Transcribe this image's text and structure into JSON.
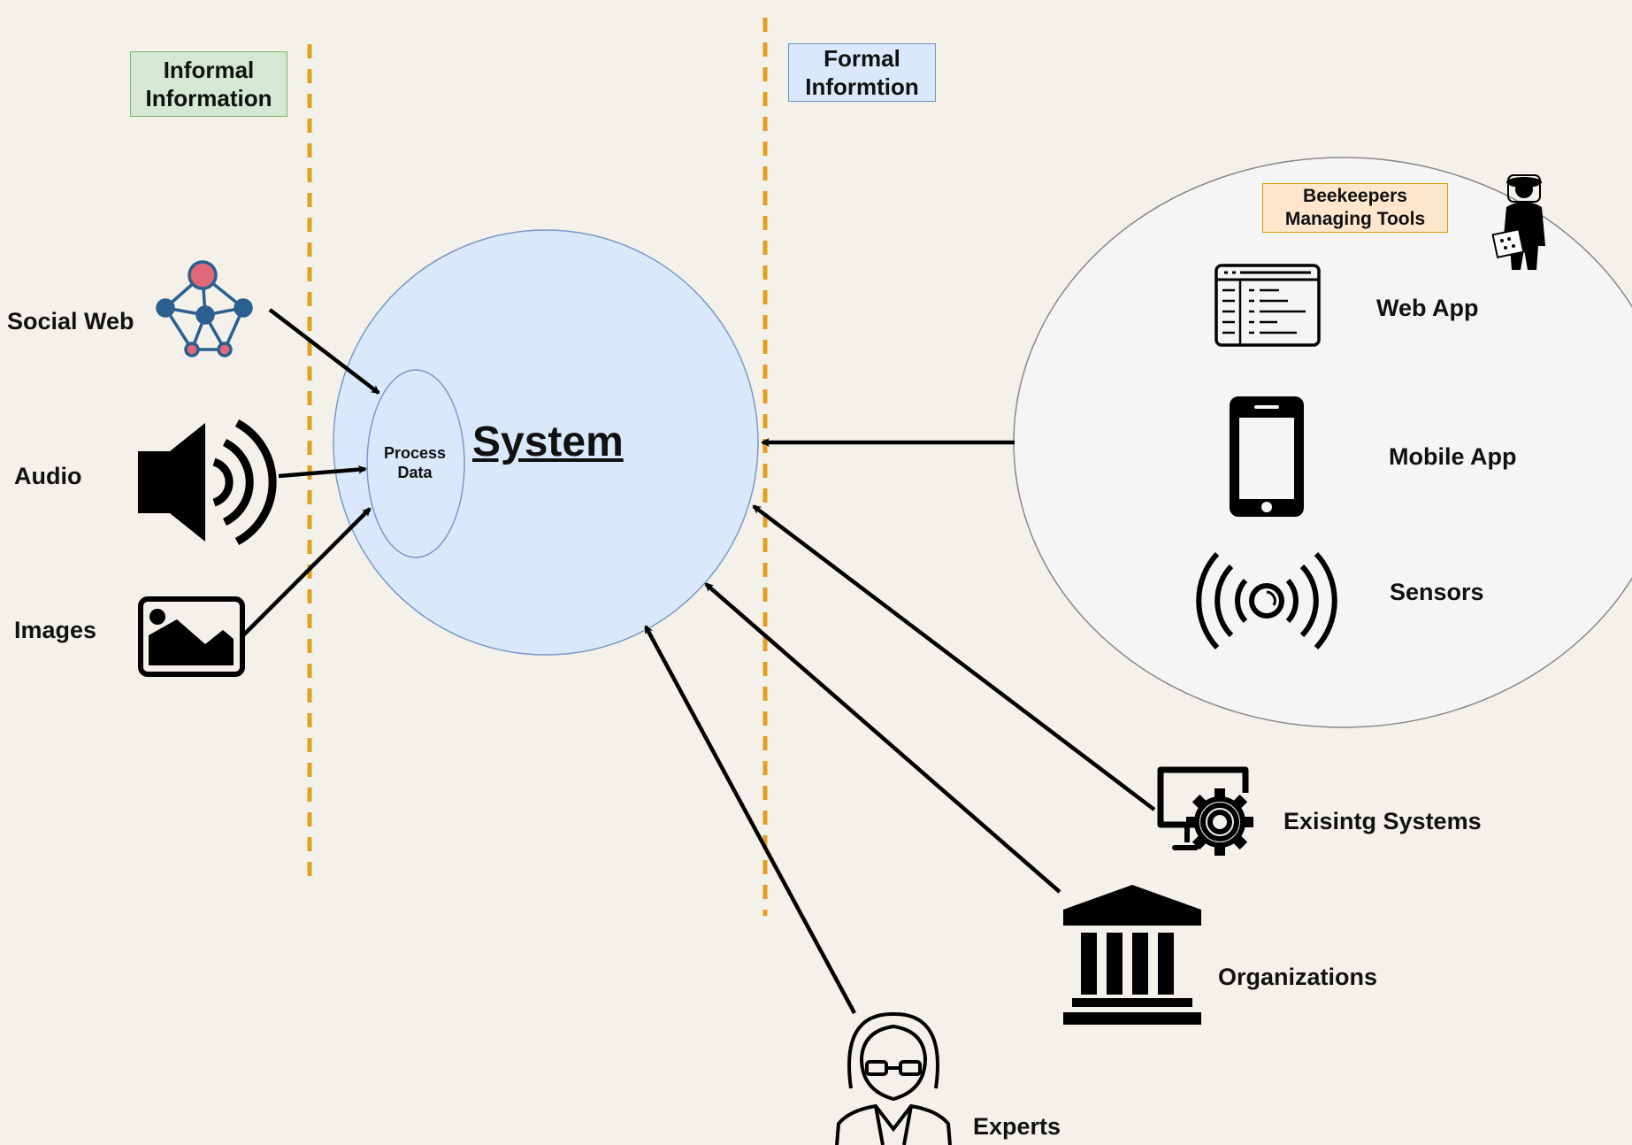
{
  "zones": {
    "informal_label": "Informal Information",
    "formal_label": "Formal Informtion"
  },
  "system": {
    "label": "System",
    "process_label": "Process Data"
  },
  "informal_sources": {
    "social_web": "Social Web",
    "audio": "Audio",
    "images": "Images"
  },
  "tools": {
    "title": "Beekeepers Managing Tools",
    "web_app": "Web App",
    "mobile_app": "Mobile App",
    "sensors": "Sensors"
  },
  "formal_sources": {
    "existing_systems": "Exisintg Systems",
    "organizations": "Organizations",
    "experts": "Experts"
  },
  "colors": {
    "background": "#f3f1e9",
    "system_fill": "#dae8fc",
    "system_stroke": "#6c8ebf",
    "divider": "#e0a020",
    "tools_fill": "#f5f5f5",
    "network_blue": "#2a5f8f",
    "network_red": "#e06070"
  }
}
